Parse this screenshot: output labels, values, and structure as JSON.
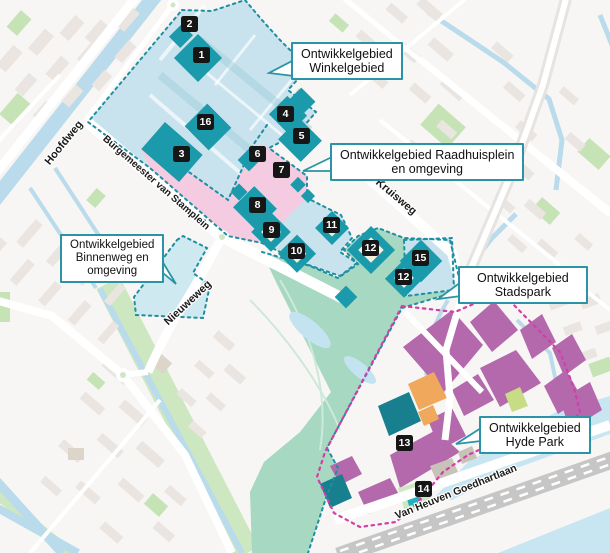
{
  "callouts": {
    "winkelgebied": {
      "lines": [
        "Ontwikkelgebied",
        "Winkelgebied"
      ]
    },
    "raadhuisplein": {
      "lines": [
        "Ontwikkelgebied Raadhuisplein",
        "en omgeving"
      ]
    },
    "binnenweg": {
      "lines": [
        "Ontwikkelgebied",
        "Binnenweg en",
        "omgeving"
      ]
    },
    "stadspark": {
      "lines": [
        "Ontwikkelgebied",
        "Stadspark"
      ]
    },
    "hyde_park": {
      "lines": [
        "Ontwikkelgebied",
        "Hyde Park"
      ]
    }
  },
  "streets": {
    "hoofdweg": "Hoofdweg",
    "stamplein": "Burgemeester van Stamplein",
    "kruisweg": "Kruisweg",
    "nieuweweg": "Nieuweweg",
    "goedhartlaan": "Van Heuven Goedhartlaan"
  },
  "markers": [
    {
      "label": "2"
    },
    {
      "label": "1"
    },
    {
      "label": "16"
    },
    {
      "label": "3"
    },
    {
      "label": "4"
    },
    {
      "label": "5"
    },
    {
      "label": "6"
    },
    {
      "label": "7"
    },
    {
      "label": "8"
    },
    {
      "label": "9"
    },
    {
      "label": "10"
    },
    {
      "label": "11"
    },
    {
      "label": "12"
    },
    {
      "label": "15"
    },
    {
      "label": "12"
    },
    {
      "label": "13"
    },
    {
      "label": "14"
    }
  ],
  "colors": {
    "development_area_blue": "#c8e3ed",
    "development_border_teal": "#1e8fa2",
    "building_teal": "#1b9aab",
    "raadhuisplein_pink": "#f4cbe0",
    "stadspark_green": "#a6d8c2",
    "hyde_park_purple": "#b469ad",
    "hyde_park_border_magenta": "#d23fa6",
    "orange_block": "#f0a85c",
    "lime_block": "#c8dc85",
    "dark_teal_block": "#177f8e",
    "water_blue": "#bcdcec",
    "marker_background": "#161616",
    "marker_text": "#ffffff",
    "callout_border": "#2b93a5"
  }
}
